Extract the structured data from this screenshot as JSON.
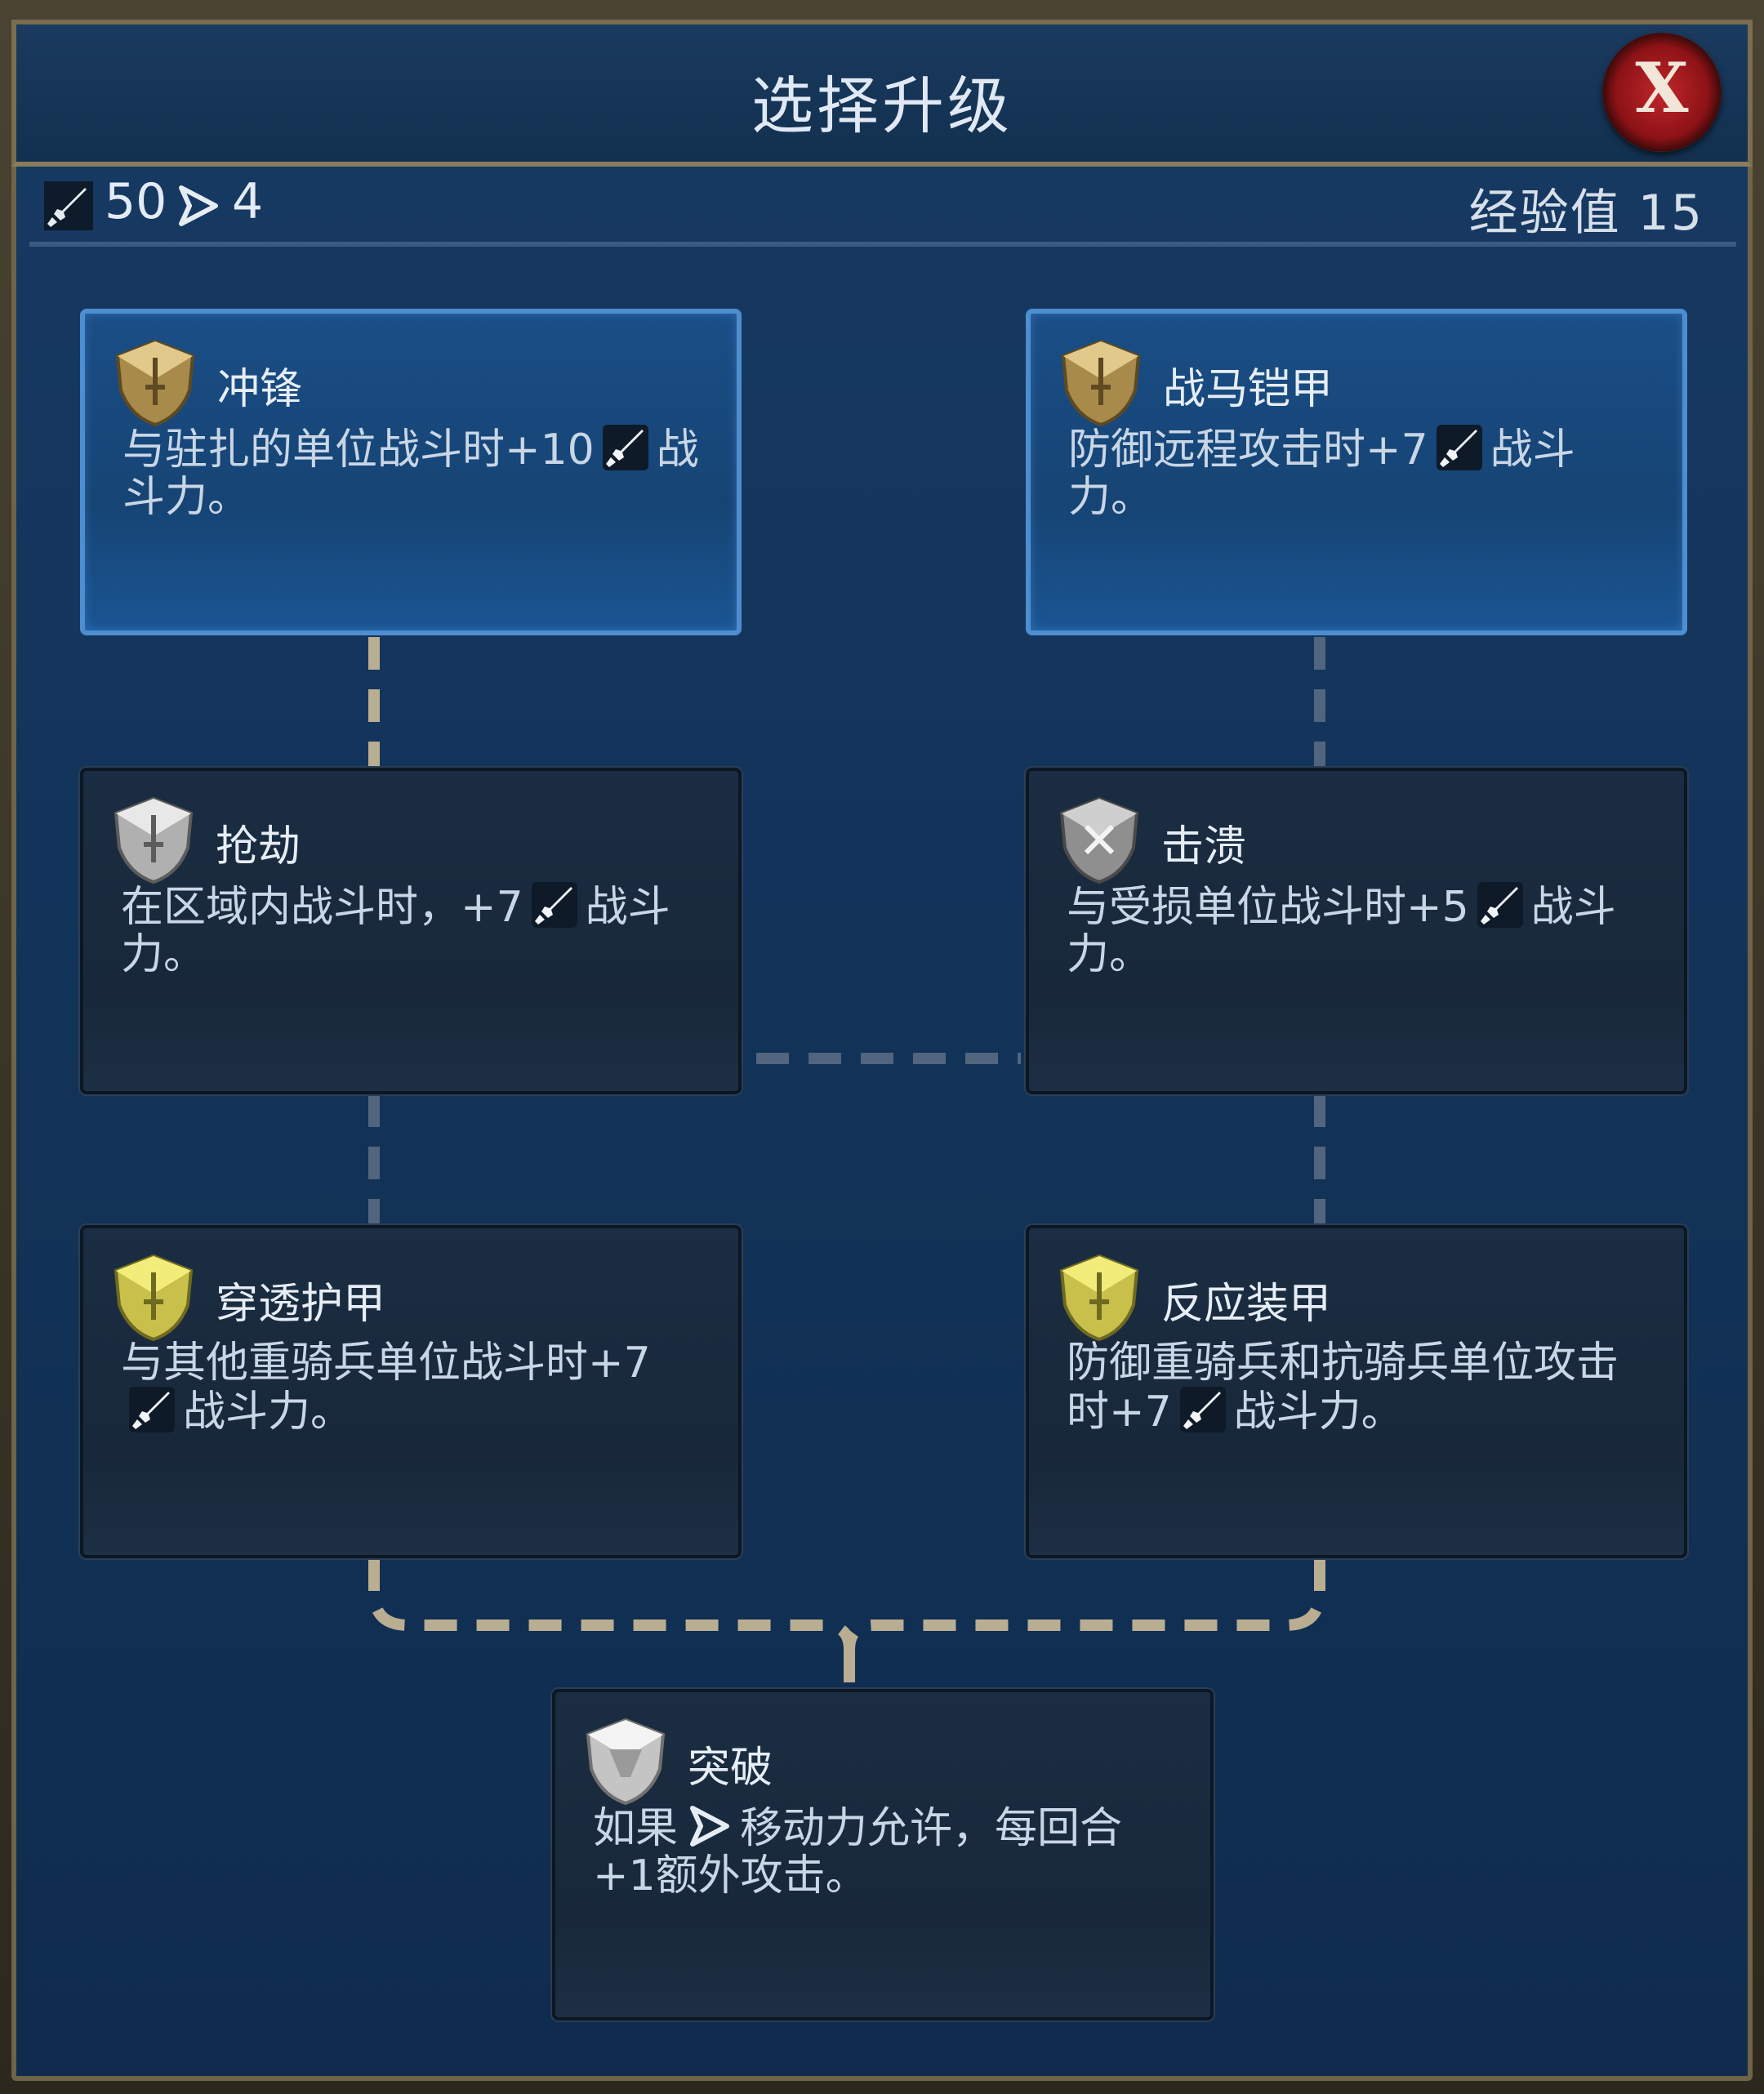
{
  "dialog": {
    "title": "选择升级",
    "close_label": "X"
  },
  "stats": {
    "combat_strength": "50",
    "movement": "4",
    "experience_label": "经验值 15"
  },
  "colors": {
    "active_card": "#1a4e86",
    "locked_card": "#18283a",
    "connector_active": "#b9ad92",
    "connector_locked": "#51657f"
  },
  "promotions": [
    {
      "title": "冲锋",
      "desc_a": "与驻扎的单位战斗时+10",
      "desc_b": "战斗力。",
      "icon": "gold-shield-icon",
      "state": "available"
    },
    {
      "title": "战马铠甲",
      "desc_a": "防御远程攻击时+7",
      "desc_b": "战斗力。",
      "icon": "gold-shield-icon",
      "state": "available"
    },
    {
      "title": "抢劫",
      "desc_a": "在区域内战斗时，+7",
      "desc_b": "战斗力。",
      "icon": "silver-shield-icon",
      "state": "locked"
    },
    {
      "title": "击溃",
      "desc_a": "与受损单位战斗时+5",
      "desc_b": "战斗力。",
      "icon": "crossed-swords-shield-icon",
      "state": "locked"
    },
    {
      "title": "穿透护甲",
      "desc_a": "与其他重骑兵单位战斗时+7",
      "desc_b": "战斗力。",
      "icon": "yellow-shield-icon",
      "state": "locked"
    },
    {
      "title": "反应装甲",
      "desc_a": "防御重骑兵和抗骑兵单位攻击时+7",
      "desc_b": "战斗力。",
      "icon": "yellow-shield-icon",
      "state": "locked"
    },
    {
      "title": "突破",
      "desc_a": "如果",
      "desc_b": "移动力允许，每回合+1额外攻击。",
      "icon": "white-shield-icon",
      "state": "locked"
    }
  ]
}
